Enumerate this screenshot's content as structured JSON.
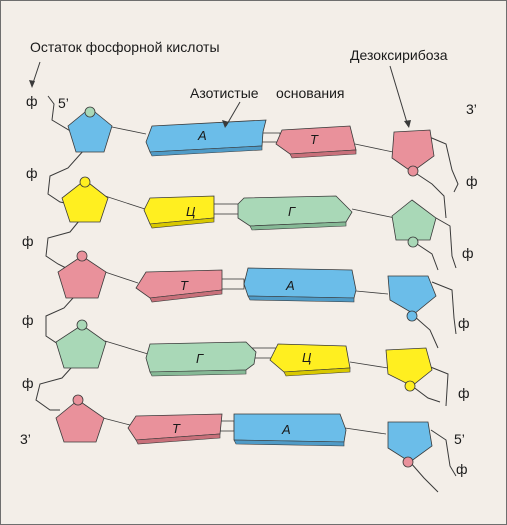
{
  "labels": {
    "phosphate_residue": "Остаток фосфорной кислоты",
    "nitrogenous": "Азотистые",
    "bases": "основания",
    "deoxyribose": "Дезоксирибоза",
    "five_prime_top_left": "5’",
    "three_prime_top_right": "3’",
    "three_prime_bottom_left": "3’",
    "five_prime_bottom_right": "5’"
  },
  "phosphate_symbol": "ф",
  "colors": {
    "background": "#f3eee8",
    "A": "#6bbde9",
    "T": "#e9919b",
    "G": "#a9d8b7",
    "C": "#ffef20",
    "line": "#3a3a3a"
  },
  "pairs": [
    {
      "left": "А",
      "right": "Т",
      "left_type": "A",
      "right_type": "T"
    },
    {
      "left": "Ц",
      "right": "Г",
      "left_type": "C",
      "right_type": "G"
    },
    {
      "left": "Т",
      "right": "А",
      "left_type": "T",
      "right_type": "A"
    },
    {
      "left": "Г",
      "right": "Ц",
      "left_type": "G",
      "right_type": "C"
    },
    {
      "left": "Т",
      "right": "А",
      "left_type": "T",
      "right_type": "A"
    }
  ]
}
